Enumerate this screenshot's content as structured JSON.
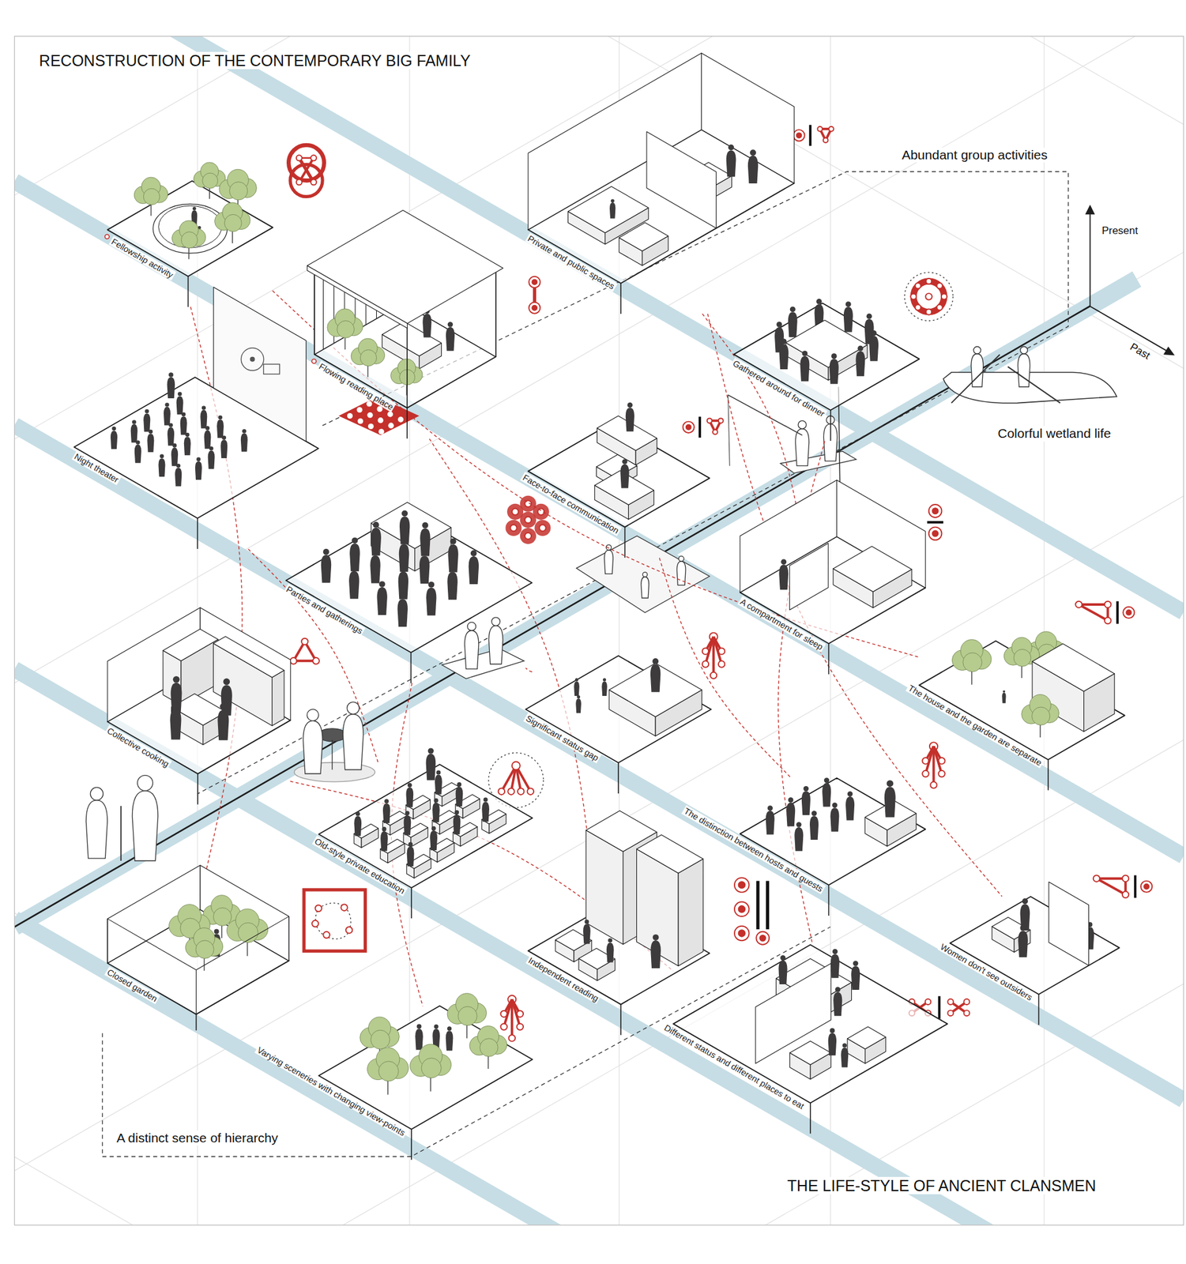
{
  "diagram": {
    "title": "RECONSTRUCTION OF THE CONTEMPORARY BIG FAMILY",
    "nodes": [
      {
        "text": [
          "Fellowship activity"
        ]
      },
      {
        "text": [
          "Private and public spaces"
        ]
      },
      {
        "text": [
          "Flowing reading place"
        ]
      },
      {
        "text": [
          "Gathered around for dinner"
        ]
      },
      {
        "text": [
          "Night theater"
        ]
      },
      {
        "text": [
          "Face-to-face communication"
        ]
      },
      {
        "text": [
          "Parties and gatherings"
        ]
      },
      {
        "text": [
          "A compartment for sleep"
        ]
      },
      {
        "text": [
          "Collective cooking"
        ]
      },
      {
        "text": [
          "Significant status gap"
        ]
      },
      {
        "text": [
          "The house and the garden are separate"
        ]
      },
      {
        "text": [
          "Old-style private education"
        ]
      },
      {
        "text": [
          "The distinction between hosts and guests"
        ]
      },
      {
        "text": [
          "Closed garden"
        ]
      },
      {
        "text": [
          "Independent reading"
        ]
      },
      {
        "text": [
          "Women don't see outsiders"
        ]
      },
      {
        "text": [
          "Varying sceneries with changing view-points"
        ]
      },
      {
        "text": [
          "Different status and different places to eat"
        ]
      }
    ],
    "edges": [
      {
        "from": 0,
        "to": 13,
        "arrow": "none"
      },
      {
        "from": 0,
        "to": 10,
        "arrow": "none"
      },
      {
        "from": 1,
        "to": 7,
        "arrow": "none"
      },
      {
        "from": 1,
        "to": 15,
        "arrow": "none"
      },
      {
        "from": 2,
        "to": 14,
        "arrow": "none"
      },
      {
        "from": 3,
        "to": 17,
        "arrow": "none"
      },
      {
        "from": 4,
        "to": 11,
        "arrow": "none"
      },
      {
        "from": 5,
        "to": 12,
        "arrow": "none"
      },
      {
        "from": 6,
        "to": 9,
        "arrow": "none"
      },
      {
        "from": 6,
        "to": 16,
        "arrow": "none"
      },
      {
        "from": 8,
        "to": 17,
        "arrow": "none"
      }
    ],
    "labels": [
      "Abundant group activities",
      "Present",
      "Past",
      "Colorful wetland life",
      "A distinct sense of hierarchy",
      "THE LIFE-STYLE OF ANCIENT CLANSMEN"
    ]
  }
}
